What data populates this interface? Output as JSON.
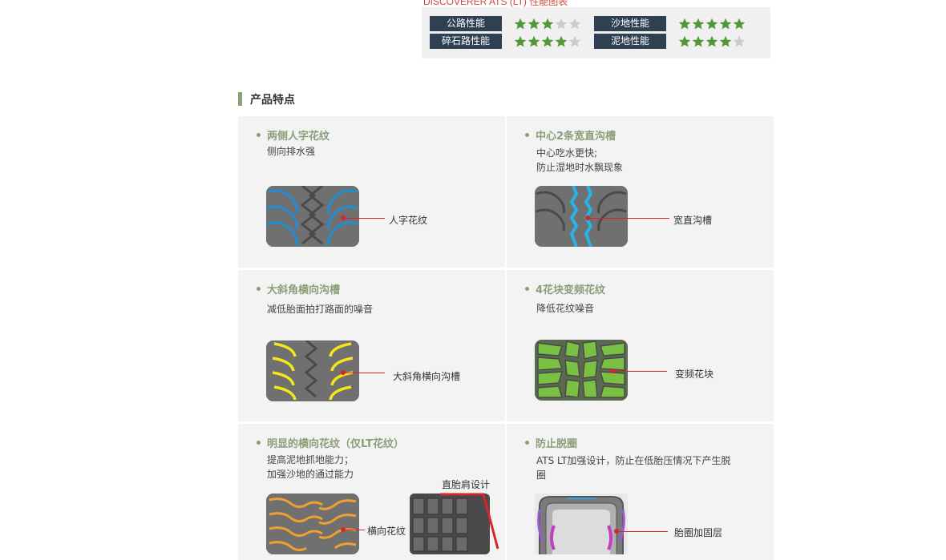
{
  "performance": {
    "title": "DISCOVERER ATS (LT) 性能图表",
    "items": [
      {
        "label": "公路性能",
        "rating": 3,
        "max": 5
      },
      {
        "label": "沙地性能",
        "rating": 5,
        "max": 5
      },
      {
        "label": "碎石路性能",
        "rating": 4,
        "max": 5
      },
      {
        "label": "泥地性能",
        "rating": 4,
        "max": 5
      }
    ],
    "colors": {
      "star_filled": "#4e9a3a",
      "star_empty": "#cccccc",
      "label_bg": "#2f4053"
    }
  },
  "section": {
    "title": "产品特点"
  },
  "features": [
    {
      "title": "两侧人字花纹",
      "desc": [
        "侧向排水强"
      ],
      "callout": "人字花纹",
      "accent": "#1e8fd6"
    },
    {
      "title": "中心2条宽直沟槽",
      "desc": [
        "中心吃水更快;",
        "防止湿地时水飘现象"
      ],
      "callout": "宽直沟槽",
      "accent": "#26b3e8"
    },
    {
      "title": "大斜角横向沟槽",
      "desc": [
        "减低胎面拍打路面的噪音"
      ],
      "callout": "大斜角横向沟槽",
      "accent": "#f5e61a"
    },
    {
      "title": "4花块变频花纹",
      "desc": [
        "降低花纹噪音"
      ],
      "callout": "变频花块",
      "accent": "#7ac043"
    },
    {
      "title": "明显的横向花纹（仅LT花纹）",
      "desc": [
        "提高泥地抓地能力；",
        "加强沙地的通过能力"
      ],
      "callout": "横向花纹",
      "callout2": "直胎肩设计",
      "accent": "#f0a030"
    },
    {
      "title": "防止脱圈",
      "desc": [
        "ATS LT加强设计，防止在低胎压情况下产生脱",
        "圈"
      ],
      "callout": "胎圈加固层",
      "accent": "#c040c0"
    }
  ]
}
